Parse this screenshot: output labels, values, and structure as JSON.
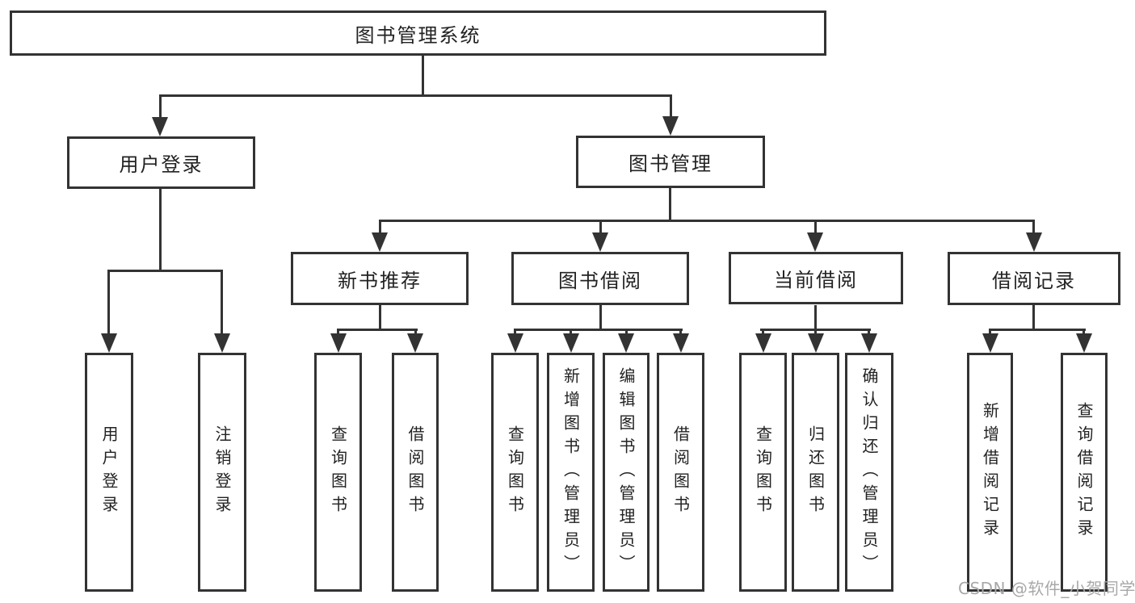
{
  "tree": {
    "label": "图书管理系统",
    "children": [
      {
        "label": "用户登录",
        "children": [
          {
            "label": "用户登录"
          },
          {
            "label": "注销登录"
          }
        ]
      },
      {
        "label": "图书管理",
        "children": [
          {
            "label": "新书推荐",
            "children": [
              {
                "label": "查询图书"
              },
              {
                "label": "借阅图书"
              }
            ]
          },
          {
            "label": "图书借阅",
            "children": [
              {
                "label": "查询图书"
              },
              {
                "label": "新增图书（管理员）"
              },
              {
                "label": "编辑图书（管理员）"
              },
              {
                "label": "借阅图书"
              }
            ]
          },
          {
            "label": "当前借阅",
            "children": [
              {
                "label": "查询图书"
              },
              {
                "label": "归还图书"
              },
              {
                "label": "确认归还（管理员）"
              }
            ]
          },
          {
            "label": "借阅记录",
            "children": [
              {
                "label": "新增借阅记录"
              },
              {
                "label": "查询借阅记录"
              }
            ]
          }
        ]
      }
    ]
  },
  "watermark": {
    "text": "CSDN @软件_小贺同学"
  },
  "colors": {
    "line": "#333333",
    "text": "#222222",
    "background": "#ffffff",
    "watermark_text": "#a8a8a8"
  }
}
